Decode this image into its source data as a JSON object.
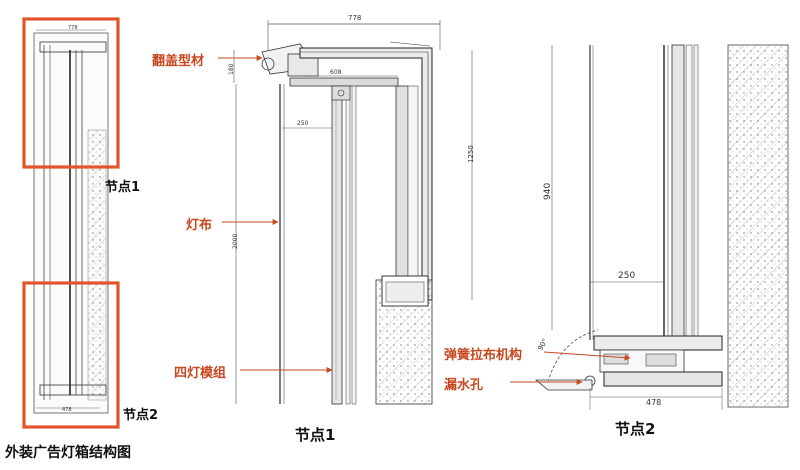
{
  "overview": {
    "caption": "外装广告灯箱结构图",
    "box_top_label": "节点1",
    "box_bottom_label": "节点2",
    "dims": {
      "width_top": "778",
      "width_bottom": "478"
    }
  },
  "node1": {
    "title": "节点1",
    "labels": {
      "flip_cover": "翻盖型材",
      "light_cloth": "灯布",
      "four_lamp": "四灯模组"
    },
    "dims": {
      "top": "778",
      "inner": "608",
      "left_small": "180",
      "tube": "250",
      "right": "1250",
      "height": "2000"
    }
  },
  "node2": {
    "title": "节点2",
    "labels": {
      "spring": "弹簧拉布机构",
      "drain": "漏水孔"
    },
    "dims": {
      "height": "940",
      "tube": "250",
      "bottom": "478",
      "angle": "90°"
    }
  },
  "colors": {
    "accent_red": "#c8471f",
    "box_stroke": "#e0552b"
  }
}
